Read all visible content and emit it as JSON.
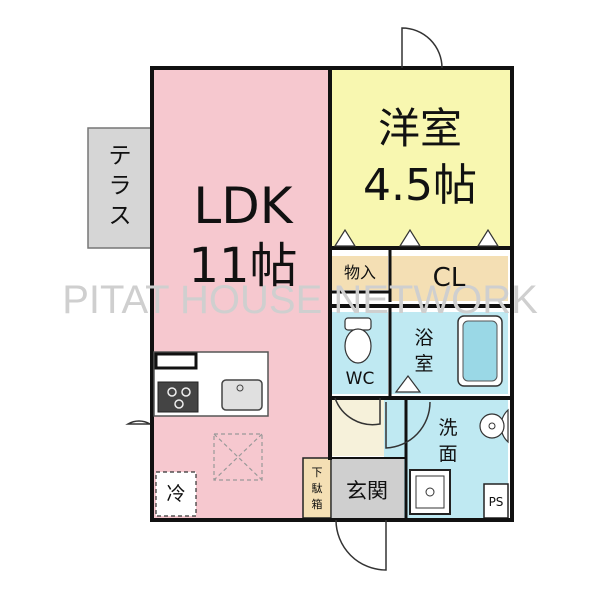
{
  "watermark": "PITAT HOUSE NETWORK",
  "colors": {
    "ldk": "#f6c8cf",
    "western": "#f8f7b0",
    "storage": "#f4dfb4",
    "bath": "#bfe9f2",
    "entrance": "#f6f1da",
    "terrace": "#d6d6d6",
    "genkan": "#cfcfcf"
  },
  "rooms": {
    "ldk_name": "LDK",
    "ldk_size": "11帖",
    "western_name": "洋室",
    "western_size": "4.5帖",
    "closet_small": "物入",
    "closet": "CL",
    "wc": "WC",
    "bath_1": "浴",
    "bath_2": "室",
    "washroom_1": "洗",
    "washroom_2": "面",
    "entrance": "玄関",
    "shoe_box_1": "下",
    "shoe_box_2": "駄",
    "shoe_box_3": "箱",
    "pipe_space": "PS",
    "fridge": "冷",
    "terrace": "テラス"
  }
}
